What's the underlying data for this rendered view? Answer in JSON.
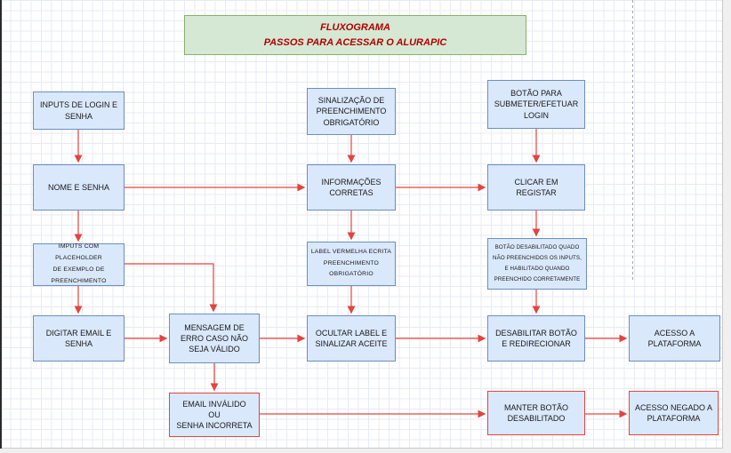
{
  "diagram": {
    "title": "FLUXOGRAMA\nPASSOS PARA ACESSAR O ALURAPIC",
    "nodes": {
      "inputs_login": {
        "label": "INPUTS DE LOGIN E\nSENHA"
      },
      "sinalizacao": {
        "label": "SINALIZAÇÃO DE\nPREENCHIMENTO\nOBRIGATÓRIO"
      },
      "botao_login": {
        "label": "BOTÃO PARA\nSUBMETER/EFETUAR\nLOGIN"
      },
      "nome_senha": {
        "label": "NOME E SENHA"
      },
      "informacoes_corretas": {
        "label": "INFORMAÇÕES\nCORRETAS"
      },
      "clicar_registar": {
        "label": "CLICAR EM\nREGISTAR"
      },
      "inputs_placeholder": {
        "label": "IMPUTS COM PLACEHOLDER\nDE EXEMPLO DE\nPREENCHIMENTO"
      },
      "label_vermelha": {
        "label": "LABEL VERMELHA ECRITA\nPREENCHIMENTO\nOBRIGATÓRIO"
      },
      "botao_desabilitado": {
        "label": "BOTÃO DESABILITADO QUADO\nNÃO PREENCHIDOS OS INPUTS,\nE HABILITADO QUANDO\nPREENCHIDO CORRETAMENTE"
      },
      "digitar_email": {
        "label": "DIGITAR EMAIL E\nSENHA"
      },
      "mensagem_erro": {
        "label": "MENSAGEM DE\nERRO CASO NÃO\nSEJA VÁLIDO"
      },
      "ocultar_label": {
        "label": "OCULTAR LABEL E\nSINALIZAR ACEITE"
      },
      "desabilitar_botao": {
        "label": "DESABILITAR BOTÃO\nE REDIRECIONAR"
      },
      "acesso_plataforma": {
        "label": "ACESSO A\nPLATAFORMA"
      },
      "email_invalido": {
        "label": "EMAIL INVÁLIDO\nOU\nSENHA INCORRETA"
      },
      "manter_botao": {
        "label": "MANTER BOTÃO\nDESABILITADO"
      },
      "acesso_negado": {
        "label": "ACESSO NEGADO A\nPLATAFORMA"
      }
    },
    "colors": {
      "node_fill": "#dae8fc",
      "node_border": "#6c8ebf",
      "node_text": "#1a1a1a",
      "title_fill": "#d5e8d4",
      "title_border": "#82b366",
      "title_text": "#b20000",
      "arrow": "#e5433c",
      "alert_border": "#e5433c",
      "grid_line": "#e7ebf3",
      "page_bg": "#ffffff"
    }
  }
}
